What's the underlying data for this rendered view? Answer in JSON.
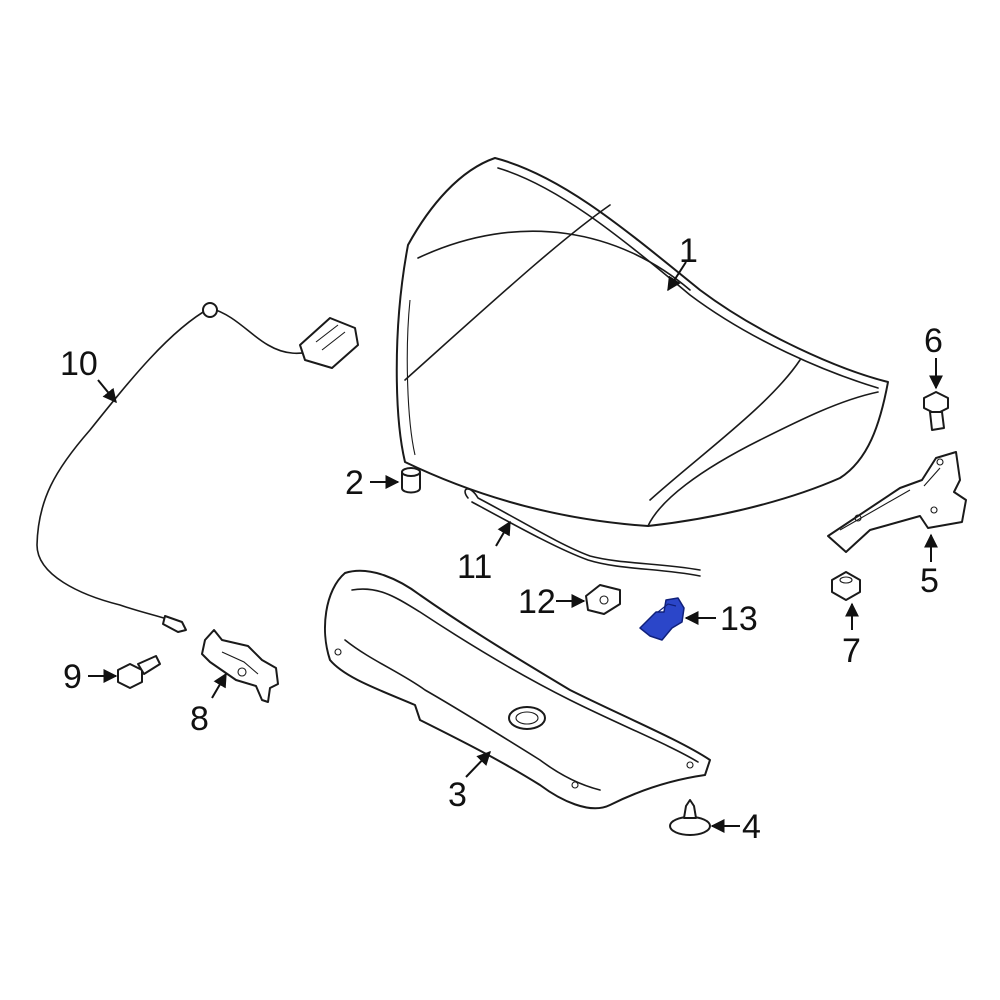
{
  "colors": {
    "line": "#1a1a1a",
    "highlight_fill": "#2b46c9",
    "highlight_stroke": "#10207a",
    "background": "#ffffff"
  },
  "highlighted_part": "13",
  "callouts": {
    "c1": "1",
    "c2": "2",
    "c3": "3",
    "c4": "4",
    "c5": "5",
    "c6": "6",
    "c7": "7",
    "c8": "8",
    "c9": "9",
    "c10": "10",
    "c11": "11",
    "c12": "12",
    "c13": "13"
  }
}
